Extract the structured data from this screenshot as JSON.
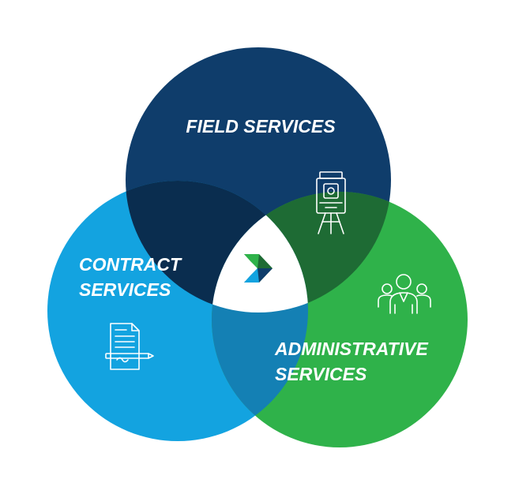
{
  "diagram": {
    "field": {
      "title": "FIELD SERVICES",
      "icon": "surveying-total-station-icon",
      "color": "#0f3d6b"
    },
    "contract": {
      "title_line1": "CONTRACT",
      "title_line2": "SERVICES",
      "icon": "contract-document-pen-icon",
      "color": "#13a3e0"
    },
    "administrative": {
      "title_line1": "ADMINISTRATIVE",
      "title_line2": "SERVICES",
      "icon": "people-group-icon",
      "color": "#2fb24a"
    },
    "center": {
      "icon": "company-arrow-logo-icon"
    },
    "overlap_colors": {
      "field_contract": "#0a2d4f",
      "field_administrative": "#1e6b34",
      "contract_administrative": "#1480b4"
    }
  }
}
